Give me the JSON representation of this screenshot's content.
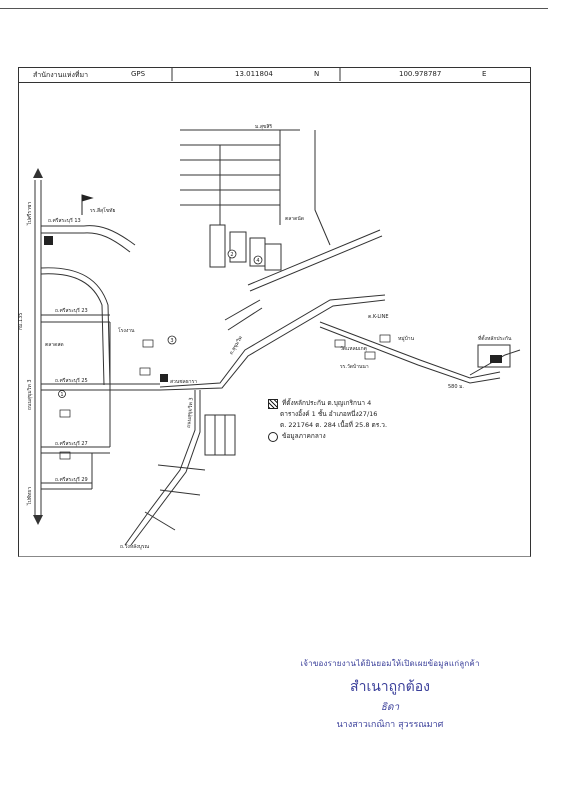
{
  "header": {
    "label": "สำนักงานแห่งที่มา",
    "gps_label": "GPS",
    "latitude": "13.011804",
    "lat_dir": "N",
    "longitude": "100.978787",
    "lon_dir": "E"
  },
  "map_labels": {
    "road_north": "ถ.สุขุมวิท",
    "highway": "ถนนสุขุมวิท 3",
    "dir_left_top": "ไปศรีราชา",
    "dir_left_bottom": "ไปพัทยา",
    "km_marker": "กม.135",
    "soi13": "ถ.ศรีสระบุรี 13",
    "soi23": "ถ.ศรีสระบุรี 23",
    "soi25": "ถ.ศรีสระบุรี 25",
    "soi27": "ถ.ศรีสระบุรี 27",
    "soi29": "ถ.ศรีสระบุรี 29",
    "village_top": "ม.สุขสิริ",
    "temple": "รร.สีสุโขทัย",
    "school": "ตลาดนัด",
    "market": "ตลาดสด",
    "gov_office": "สวนชลธารา",
    "plot_label": "ที่ตั้งหลักประกัน",
    "line_label": "ต.K-LINE",
    "distance": "580 ม.",
    "wat": "วัดแหลมเกตุ",
    "school2": "รร.วัดบ้านนา",
    "factory": "โรงงาน",
    "bottom_road": "ถ.วังหลังบูรณ",
    "moo": "หมู่บ้าน",
    "map_num": "1",
    "map_num2": "2",
    "map_num3": "3",
    "map_num4": "4"
  },
  "legend": {
    "line1": "ที่ตั้งหลักประกัน ต.บุญเกริกนา 4",
    "line2": "ตารางอิ้งค์ 1 ชั้น อำเภอหนึ่ง27/16",
    "line3": "ต. 221764 ต. 284 เนื้อที่ 25.8 ตร.ว.",
    "line4": "ข้อมูลภาคกลาง"
  },
  "stamp": {
    "line1": "เจ้าของรายงานได้ยินยอมให้เปิดเผยข้อมูลแก่ลูกค้า",
    "line2": "สำเนาถูกต้อง",
    "line3": "ธิดา",
    "line4": "นางสาวเกณิกา สุวรรณมาศ"
  },
  "colors": {
    "ink": "#222222",
    "stamp_ink": "#3a3f9a"
  }
}
